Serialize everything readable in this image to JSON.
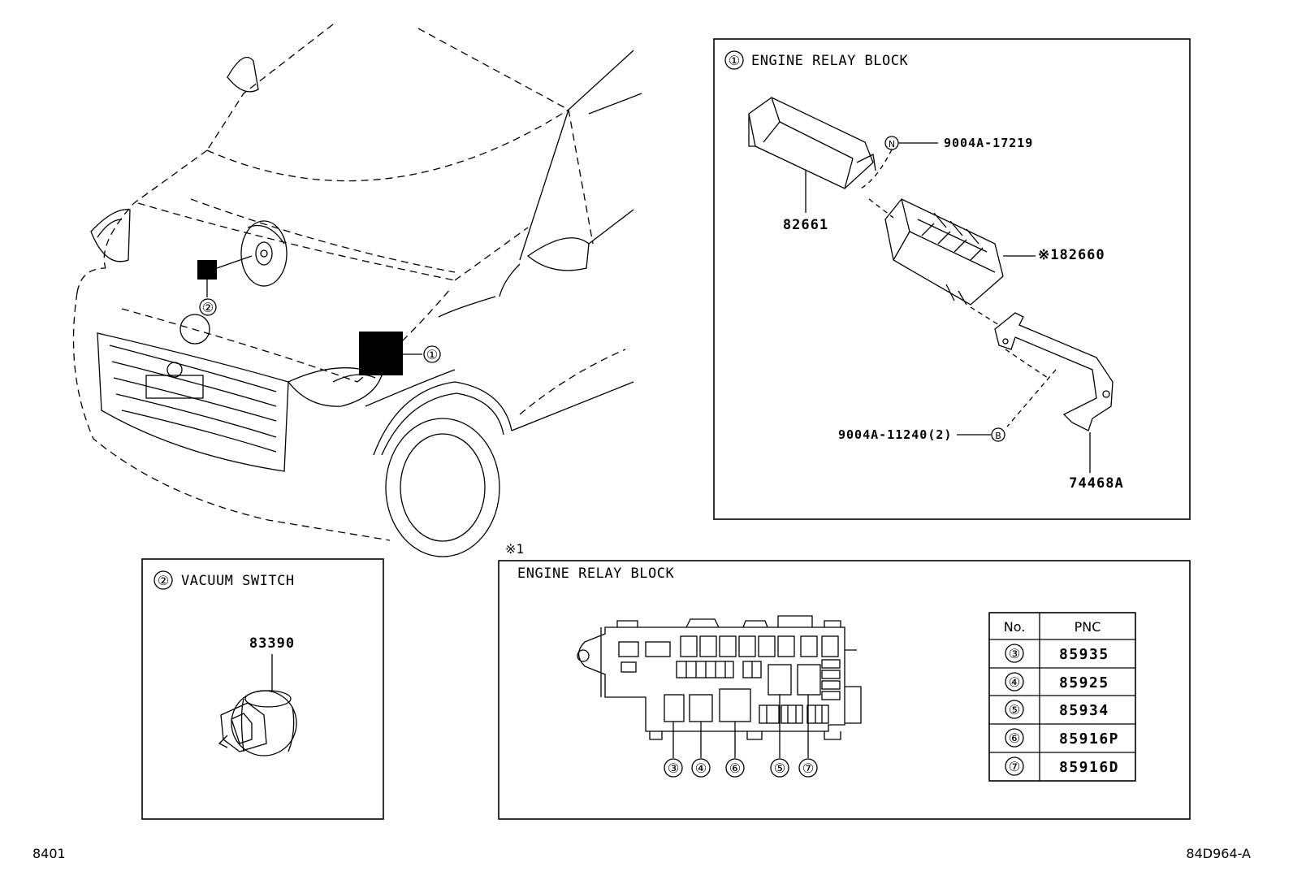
{
  "callouts": {
    "c1": "①",
    "c2": "②",
    "c3": "③",
    "c4": "④",
    "c5": "⑤",
    "c6": "⑥",
    "c7": "⑦",
    "N": "N",
    "B": "B"
  },
  "panel_engine_relay": {
    "title": "ENGINE RELAY BLOCK",
    "parts": {
      "cover": "82661",
      "screw_top": "9004A-17219",
      "block": "※182660",
      "screw_bottom": "9004A-11240(2)",
      "bracket": "74468A"
    }
  },
  "panel_vacuum_switch": {
    "title": "VACUUM SWITCH",
    "part": "83390"
  },
  "panel_relay_detail": {
    "note": "※1",
    "title": "ENGINE RELAY BLOCK",
    "table": {
      "headers": [
        "No.",
        "PNC"
      ],
      "rows": [
        {
          "no": "③",
          "pnc": "85935"
        },
        {
          "no": "④",
          "pnc": "85925"
        },
        {
          "no": "⑤",
          "pnc": "85934"
        },
        {
          "no": "⑥",
          "pnc": "85916P"
        },
        {
          "no": "⑦",
          "pnc": "85916D"
        }
      ]
    }
  },
  "footer": {
    "left": "8401",
    "right": "84D964-A"
  }
}
